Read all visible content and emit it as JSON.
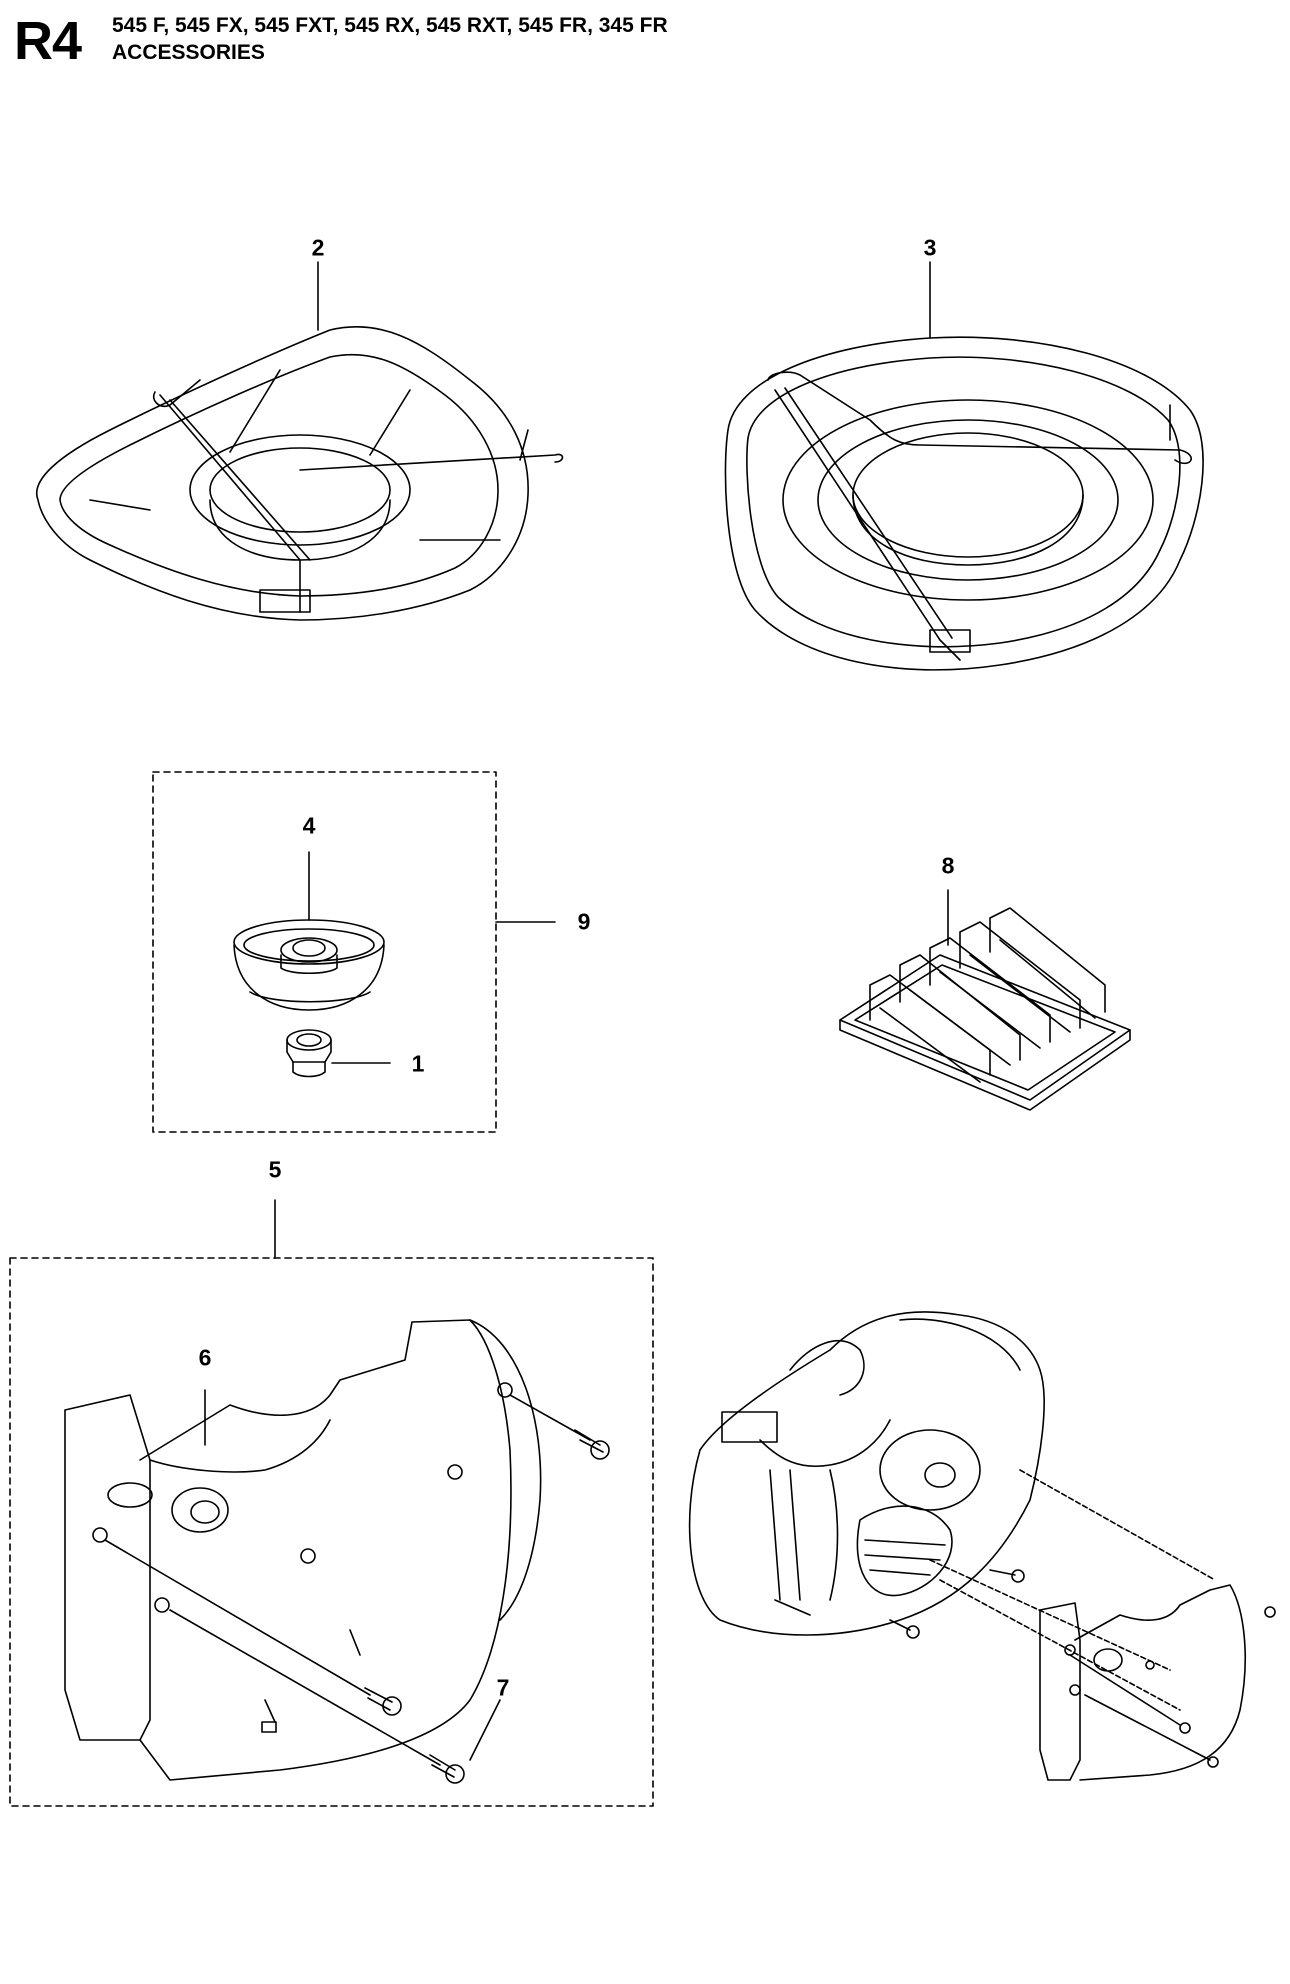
{
  "header": {
    "section_code": "R4",
    "models": "545 F, 545 FX, 545 FXT, 545 RX, 545 RXT, 545 FR, 345 FR",
    "title": "ACCESSORIES"
  },
  "callouts": {
    "c1": "1",
    "c2": "2",
    "c3": "3",
    "c4": "4",
    "c5": "5",
    "c6": "6",
    "c7": "7",
    "c8": "8",
    "c9": "9"
  }
}
